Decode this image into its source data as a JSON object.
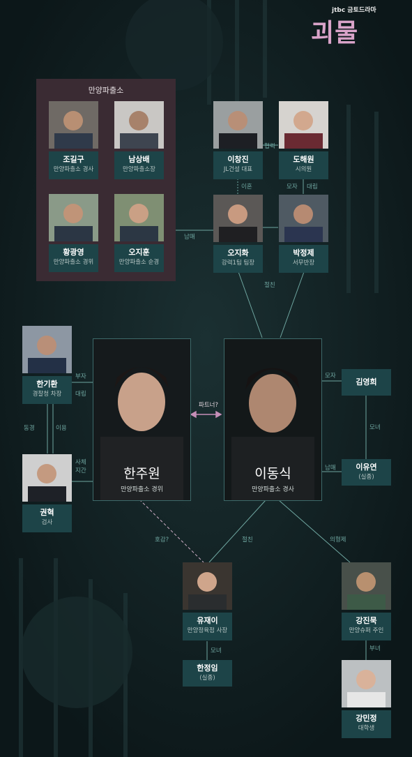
{
  "brand": {
    "network": "jtbc 금토드라마",
    "title": "괴물"
  },
  "group": {
    "title": "만양파출소"
  },
  "colors": {
    "background": "#0f1e20",
    "plate": "#1d4448",
    "group_box": "#3a2b33",
    "line": "#6fa7a1",
    "link_pink": "#c58fb8",
    "title_pink": "#d9a3c9"
  },
  "people": {
    "jogilgu": {
      "name": "조길구",
      "role": "만양파출소 경사"
    },
    "namsangbae": {
      "name": "남상배",
      "role": "만양파출소장"
    },
    "hwanggwangyeong": {
      "name": "황광영",
      "role": "만양파출소 경위"
    },
    "ojihun": {
      "name": "오지훈",
      "role": "만양파출소 순경"
    },
    "ichangjin": {
      "name": "이창진",
      "role": "JL건설 대표"
    },
    "dohaewon": {
      "name": "도해원",
      "role": "시의원"
    },
    "ojihwa": {
      "name": "오지화",
      "role": "강력1팀 팀장"
    },
    "parkjeongje": {
      "name": "박정제",
      "role": "서무반장"
    },
    "hangihwan": {
      "name": "한기환",
      "role": "경찰청 차장"
    },
    "gwonhyeok": {
      "name": "권혁",
      "role": "검사"
    },
    "hanjuwon": {
      "name": "한주원",
      "role": "만양파출소 경위"
    },
    "idongsik": {
      "name": "이동식",
      "role": "만양파출소 경사"
    },
    "kimyeonghui": {
      "name": "김영희"
    },
    "iyuyeon": {
      "name": "이유연",
      "role": "(실종)"
    },
    "yujaei": {
      "name": "유재이",
      "role": "만양정육점 사장"
    },
    "hanjeongim": {
      "name": "한정임",
      "role": "(실종)"
    },
    "gangjinmuk": {
      "name": "강진묵",
      "role": "만양슈퍼 주인"
    },
    "gangminjeong": {
      "name": "강민정",
      "role": "대학생"
    }
  },
  "relations": {
    "partner": "파트너?",
    "hyeopryeok": "협력",
    "ihon": "이혼",
    "moja_a": "모자",
    "daerip_a": "대립",
    "nammae_a": "남매",
    "jeolchin_a": "절친",
    "buja": "부자",
    "daerip_b": "대립",
    "donggyeong": "동경",
    "iyong": "이용",
    "sache_jigan": "사체\n지간",
    "moja_b": "모자",
    "monyeo_a": "모녀",
    "nammae_b": "남매",
    "hogam": "호감?",
    "jeolchin_b": "절친",
    "uihyeongje": "의형제",
    "monyeo_b": "모녀",
    "bunyeo": "부녀"
  }
}
